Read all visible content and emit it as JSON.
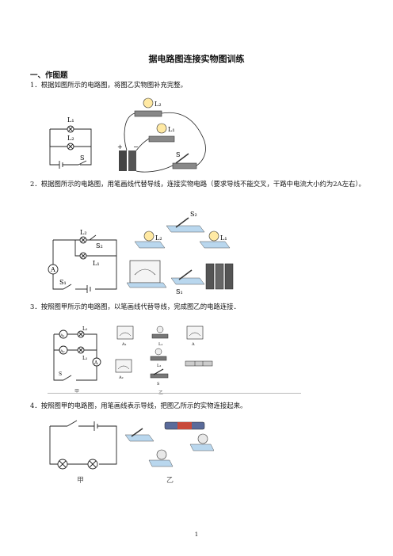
{
  "title": "据电路图连接实物图训练",
  "section_heading": "一、作图题",
  "questions": [
    {
      "num": "1．",
      "text": "根据如图所示的电路图，将图乙实物图补充完整。"
    },
    {
      "num": "2．",
      "text": "根据图所示的电路图，用笔画线代替导线，连接实物电路（要求导线不能交叉，干路中电流大小约为2A左右）。"
    },
    {
      "num": "3．",
      "text": "按照图甲所示的电路图，以笔画线代替导线，完成图乙的电路连接．"
    },
    {
      "num": "4．",
      "text": "按照图甲的电路图，用笔画线表示导线，把图乙所示的实物连接起来。"
    }
  ],
  "fig1": {
    "L1": "L₁",
    "L2": "L₂",
    "S": "S",
    "L2r": "L₂",
    "L1r": "L₁",
    "Sr": "S",
    "plus": "+",
    "minus": "−"
  },
  "fig2": {
    "L2": "L₂",
    "S2": "S₂",
    "L1": "L₁",
    "A": "A",
    "S1": "S₁",
    "S2r": "S₂",
    "L2r": "L₂",
    "L1r": "L₁",
    "S1r": "S₁"
  },
  "fig3": {
    "A1": "A₁",
    "A2": "A₂",
    "L2": "L₂",
    "L1": "L₁",
    "A": "A",
    "S": "S",
    "jia": "甲",
    "yi": "乙",
    "A1r": "A₁",
    "L1r": "L₁",
    "Ar": "A",
    "L2r": "L₂",
    "A2r": "A₂",
    "Sr": "S"
  },
  "fig4": {
    "jia": "甲",
    "yi": "乙"
  },
  "page_number": "1"
}
